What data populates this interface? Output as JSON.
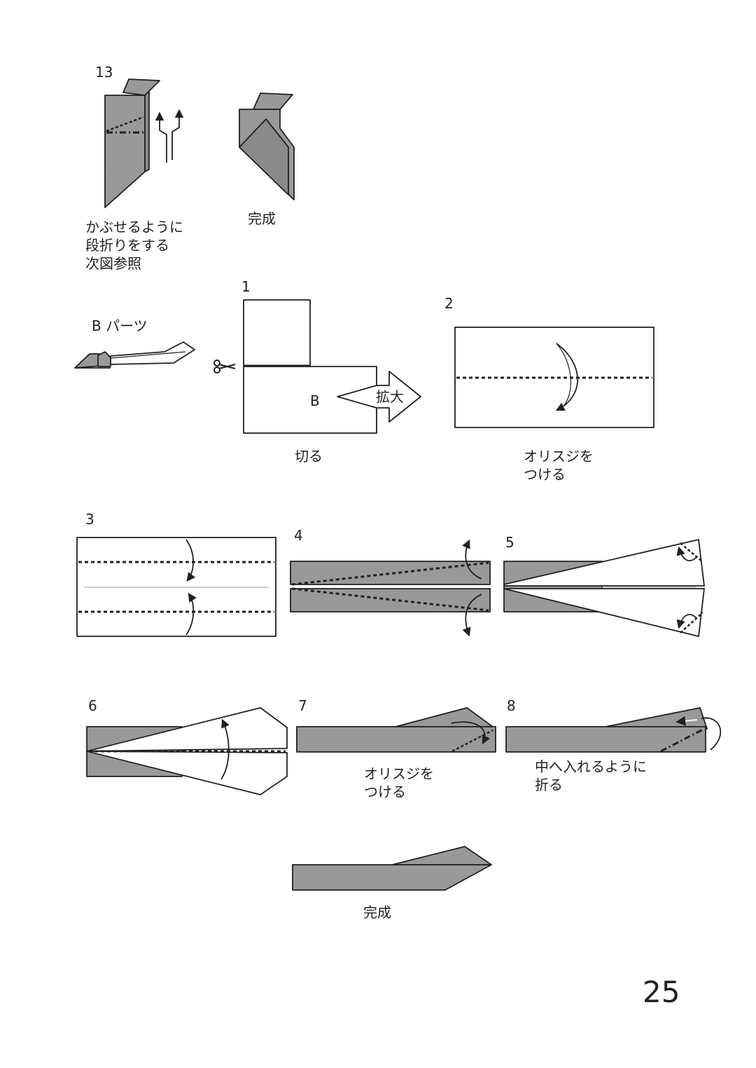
{
  "page_number": "25",
  "top_section": {
    "step13": {
      "number": "13",
      "caption_lines": [
        "かぶせるように",
        "段折りをする",
        "次図参照"
      ]
    },
    "result": {
      "caption": "完成"
    }
  },
  "b_part": {
    "title": "B パーツ",
    "step1": {
      "number": "1",
      "label_b": "B",
      "zoom_label": "拡大",
      "caption": "切る"
    },
    "step2": {
      "number": "2",
      "caption_lines": [
        "オリスジを",
        "つける"
      ]
    }
  },
  "steps_row": {
    "step3": {
      "number": "3"
    },
    "step4": {
      "number": "4"
    },
    "step5": {
      "number": "5"
    }
  },
  "steps_row2": {
    "step6": {
      "number": "6"
    },
    "step7": {
      "number": "7",
      "caption_lines": [
        "オリスジを",
        "つける"
      ]
    },
    "step8": {
      "number": "8",
      "caption_lines": [
        "中へ入れるように",
        "折る"
      ]
    }
  },
  "final": {
    "caption": "完成"
  },
  "colors": {
    "paper_back": "#999999",
    "paper_front": "#ffffff",
    "line": "#231f20"
  }
}
